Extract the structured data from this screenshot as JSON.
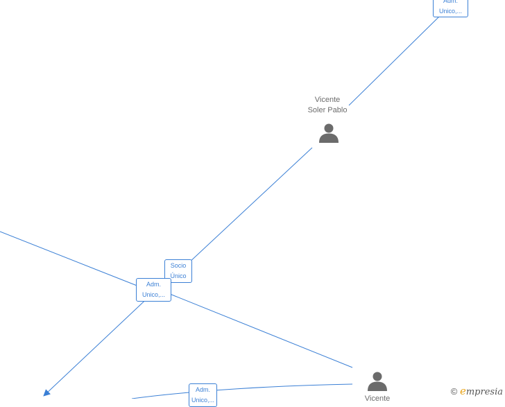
{
  "nodes": {
    "vicente": {
      "line1": "Vicente",
      "line2": "Soler Pablo"
    },
    "bottom_person": {
      "line1": "Vicente"
    }
  },
  "roles": {
    "top": {
      "line1": "Adm.",
      "line2": "Unico,..."
    },
    "socio": {
      "line1": "Socio",
      "line2": "Único"
    },
    "center_adm": {
      "line1": "Adm.",
      "line2": "Unico,..."
    },
    "bottom_adm": {
      "line1": "Adm.",
      "line2": "Unico,..."
    }
  },
  "watermark": {
    "copyright": "©",
    "brand_initial": "e",
    "brand_rest": "mpresia"
  },
  "colors": {
    "edge": "#3a7fd5",
    "person": "#6b6b6b",
    "label": "#6b6b6b",
    "brand": "#e8a317"
  }
}
